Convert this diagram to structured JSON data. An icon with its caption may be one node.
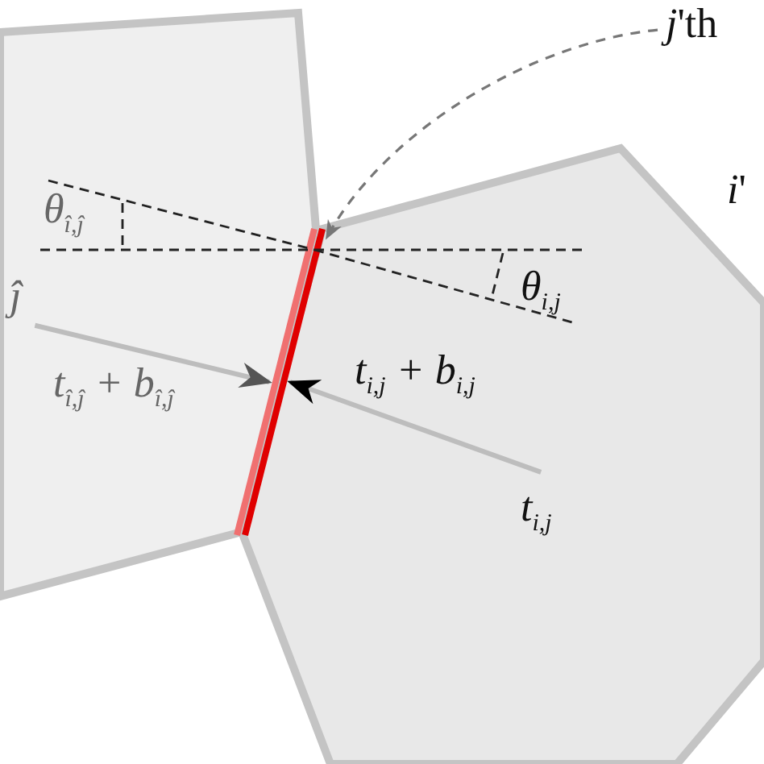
{
  "diagram": {
    "nodes": [
      {
        "text": [
          "*j*'th"
        ]
      },
      {
        "text": [],
        "shape": "polygon"
      },
      {
        "text": [],
        "shape": "polygon"
      },
      {
        "text": [],
        "shape": "line"
      },
      {
        "text": [
          "ĵ"
        ],
        "in": 1
      },
      {
        "text": [
          "t$_{i,j}$"
        ],
        "in": 2
      }
    ],
    "edges": [
      {
        "from": 0,
        "to": 3,
        "arrow": "to",
        "style": "dashed",
        "color": "#777777"
      },
      {
        "from": 4,
        "to": 3,
        "arrow": "to",
        "label": "t$_{î,ĵ}$ + b$_{î,ĵ}$"
      },
      {
        "from": 5,
        "to": 3,
        "arrow": "to",
        "label": "t$_{i,j}$ + b$_{i,j}$"
      }
    ],
    "labels": [
      "θ$_{î,ĵ}$",
      "*i*'",
      "θ$_{i,j}$"
    ]
  }
}
